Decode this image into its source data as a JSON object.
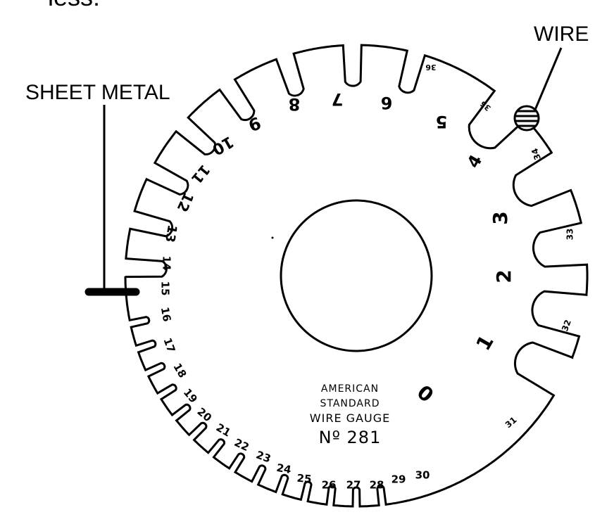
{
  "header": {
    "clipped_text": "less:"
  },
  "callouts": {
    "sheet_metal": "SHEET METAL",
    "wire": "WIRE"
  },
  "gauge": {
    "title_lines": [
      "AMERICAN",
      "STANDARD",
      "WIRE GAUGE",
      "Nº 281"
    ],
    "slot_numbers": [
      "0",
      "1",
      "2",
      "3",
      "4",
      "5",
      "6",
      "7",
      "8",
      "9",
      "10",
      "11",
      "12",
      "13",
      "14",
      "15",
      "16",
      "17",
      "18",
      "19",
      "20",
      "21",
      "22",
      "23",
      "24",
      "25",
      "26",
      "27",
      "28",
      "29",
      "30"
    ],
    "small_slot_numbers": [
      "31",
      "32",
      "33",
      "34",
      "35",
      "36"
    ]
  },
  "colors": {
    "ink": "#000000",
    "paper": "#ffffff"
  }
}
